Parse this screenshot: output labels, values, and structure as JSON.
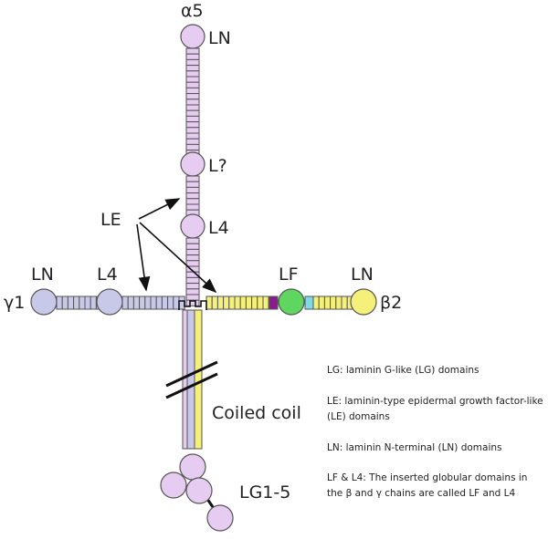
{
  "diagram": {
    "chains": {
      "alpha": "α5",
      "gamma": "γ1",
      "beta": "β2"
    },
    "domains": {
      "alpha_ln": "LN",
      "alpha_lq": "L?",
      "alpha_l4": "L4",
      "le": "LE",
      "gamma_ln": "LN",
      "gamma_l4": "L4",
      "beta_lf": "LF",
      "beta_ln": "LN"
    },
    "coiled_coil": "Coiled coil",
    "lg": "LG1-5",
    "colors": {
      "alpha": "#e6ccf0",
      "gamma": "#c8c8e8",
      "beta": "#f5f07a",
      "lf_globe": "#5fd65f",
      "purple_seg": "#8b1a8b",
      "cyan_seg": "#7fd8e8",
      "outline": "#555555"
    }
  },
  "legend": {
    "lg": "LG:  laminin G-like (LG) domains",
    "le": "LE:  laminin-type epidermal growth factor-like (LE) domains",
    "ln": "LN:  laminin N-terminal (LN) domains",
    "lf": "LF & L4:  The inserted globular domains in the β and γ chains are called LF and L4"
  }
}
